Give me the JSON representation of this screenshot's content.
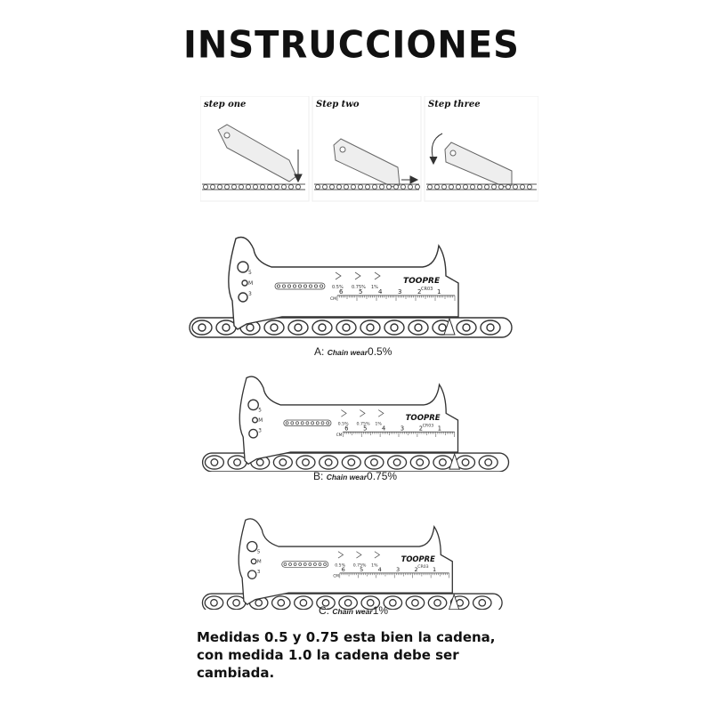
{
  "title": "INSTRUCCIONES",
  "steps": [
    {
      "label": "step one"
    },
    {
      "label": "Step two"
    },
    {
      "label": "Step three"
    }
  ],
  "gauge": {
    "brand": "TOOPRE",
    "model": "CR03",
    "scale_numbers": [
      "6",
      "5",
      "4",
      "3",
      "2",
      "1"
    ],
    "scale_unit": "CM",
    "wear_marks": [
      "0.5%",
      "0.75%",
      "1%"
    ],
    "hole_labels": [
      "5",
      "M",
      "3"
    ]
  },
  "diagrams": [
    {
      "prefix": "A:",
      "wear_label": "Chain wear",
      "value": "0.5%"
    },
    {
      "prefix": "B:",
      "wear_label": "Chain wear",
      "value": "0.75%"
    },
    {
      "prefix": "C:",
      "wear_label": "Chain wear",
      "value": "1%"
    }
  ],
  "note": {
    "line1": "Medidas 0.5 y 0.75 esta bien la cadena,",
    "line2": "con medida 1.0 la cadena debe ser",
    "line3": "cambiada."
  }
}
